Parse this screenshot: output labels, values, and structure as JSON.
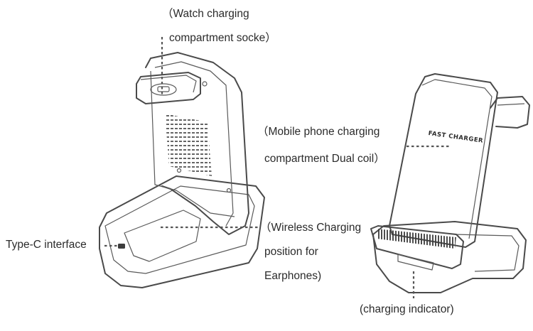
{
  "labels": {
    "watch_line1": "（Watch charging",
    "watch_line2": "compartment socke）",
    "phone_line1": "（Mobile phone charging",
    "phone_line2": "compartment Dual coil）",
    "wireless_line1": "（Wireless Charging",
    "wireless_line2": "position for",
    "wireless_line3": "Earphones)",
    "typec": "Type-C interface",
    "indicator": "(charging indicator)"
  },
  "product_print": "FAST CHARGER",
  "icons": [
    "charging-stand-left-view",
    "charging-stand-right-view"
  ],
  "colors": {
    "outline": "#4a4a4a",
    "background": "#ffffff",
    "text": "#2b2b2b"
  }
}
